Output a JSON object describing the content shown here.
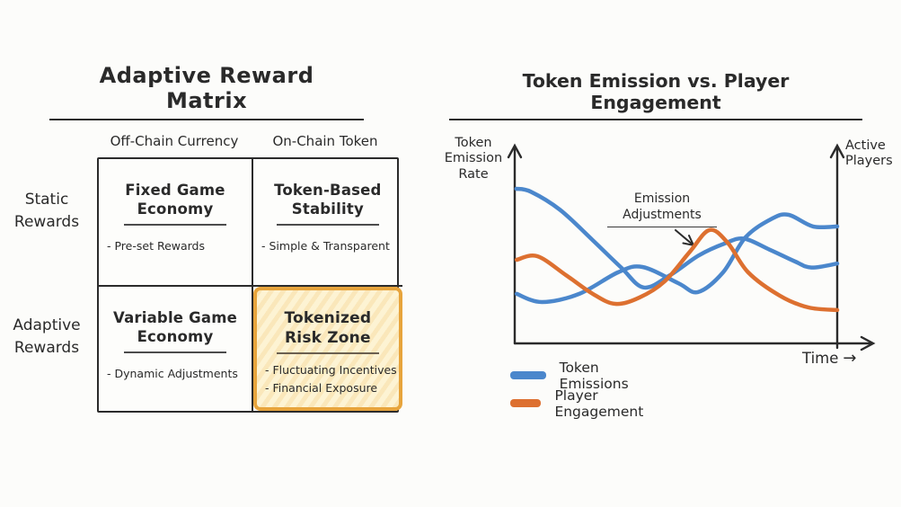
{
  "matrix_panel": {
    "title": "Adaptive Reward Matrix",
    "col_headers": [
      "Off-Chain Currency",
      "On-Chain Token"
    ],
    "row_headers": [
      [
        "Static",
        "Rewards"
      ],
      [
        "Adaptive",
        "Rewards"
      ]
    ],
    "cells": [
      {
        "title": "Fixed Game Economy",
        "title_lines": [
          "Fixed Game",
          "Economy"
        ],
        "bullets": [
          "- Pre-set Rewards"
        ],
        "highlighted": false
      },
      {
        "title": "Token-Based Stability",
        "title_lines": [
          "Token-Based",
          "Stability"
        ],
        "bullets": [
          "- Simple & Transparent"
        ],
        "highlighted": false
      },
      {
        "title": "Variable Game Economy",
        "title_lines": [
          "Variable Game",
          "Economy"
        ],
        "bullets": [
          "- Dynamic Adjustments"
        ],
        "highlighted": false
      },
      {
        "title": "Tokenized Risk Zone",
        "title_lines": [
          "Tokenized",
          "Risk Zone"
        ],
        "bullets": [
          "- Fluctuating Incentives",
          "- Financial Exposure"
        ],
        "highlighted": true,
        "highlight_fill": "#fdf3d3",
        "highlight_border": "#e7a43c"
      }
    ]
  },
  "chart_panel": {
    "title": "Token Emission vs. Player Engagement",
    "y_axis_left_label": "Token Emission Rate",
    "y_axis_left_lines": [
      "Token",
      "Emission",
      "Rate"
    ],
    "y_axis_right_label": "Active Players",
    "y_axis_right_lines": [
      "Active",
      "Players"
    ],
    "x_axis_label": "Time",
    "x_axis_arrow": "→",
    "annotation_lines": [
      "Emission",
      "Adjustments"
    ],
    "legend": [
      {
        "label": "Token Emissions",
        "color": "#4b87cc"
      },
      {
        "label": "Player Engagement",
        "color": "#dd7030"
      }
    ]
  },
  "chart_data": {
    "type": "line",
    "title": "Token Emission vs. Player Engagement",
    "xlabel": "Time",
    "ylabel_left": "Token Emission Rate",
    "ylabel_right": "Active Players",
    "axes_note": "conceptual hand-drawn sketch; no numeric ticks or gridlines; dual y-axes (left: Token Emission Rate, right: Active Players), arrows on all axes",
    "legend_position": "below chart, left",
    "annotations": [
      {
        "text": "Emission Adjustments",
        "points_to": "rising slope of Player Engagement peak near mid-right of chart"
      }
    ],
    "coords_note": "points are percent of plot area: x 0=left axis, 100=right axis; y 0=axis top, 100=baseline",
    "series": [
      {
        "name": "Token Emissions (strand 1)",
        "color": "#4b87cc",
        "points": [
          [
            0.5,
            22.5
          ],
          [
            5,
            24
          ],
          [
            14,
            33
          ],
          [
            24,
            48
          ],
          [
            33,
            62
          ],
          [
            40,
            72
          ],
          [
            48,
            66
          ],
          [
            57,
            56
          ],
          [
            65,
            50
          ],
          [
            71,
            47.5
          ],
          [
            79,
            53
          ],
          [
            87,
            59
          ],
          [
            92,
            62
          ],
          [
            100,
            60
          ]
        ]
      },
      {
        "name": "Token Emissions (strand 2)",
        "color": "#4b87cc",
        "points": [
          [
            0.6,
            75.2
          ],
          [
            8.4,
            79.3
          ],
          [
            20,
            75.2
          ],
          [
            32,
            64.4
          ],
          [
            39.6,
            61.7
          ],
          [
            50.7,
            69.8
          ],
          [
            56.8,
            74.3
          ],
          [
            64.6,
            64.4
          ],
          [
            71.6,
            46.8
          ],
          [
            79.9,
            37.4
          ],
          [
            85,
            35.6
          ],
          [
            92.5,
            41.4
          ],
          [
            100,
            41.4
          ]
        ]
      },
      {
        "name": "Player Engagement",
        "color": "#dd7030",
        "points": [
          [
            0.6,
            58.1
          ],
          [
            7,
            56.3
          ],
          [
            15.9,
            65.8
          ],
          [
            24.2,
            75.2
          ],
          [
            31.2,
            80.2
          ],
          [
            38.7,
            77
          ],
          [
            46.5,
            68.9
          ],
          [
            54.3,
            54.1
          ],
          [
            60.4,
            43.2
          ],
          [
            66,
            49.5
          ],
          [
            72.4,
            64.4
          ],
          [
            82.2,
            76.1
          ],
          [
            91.1,
            82
          ],
          [
            100,
            83.3
          ]
        ]
      }
    ]
  }
}
